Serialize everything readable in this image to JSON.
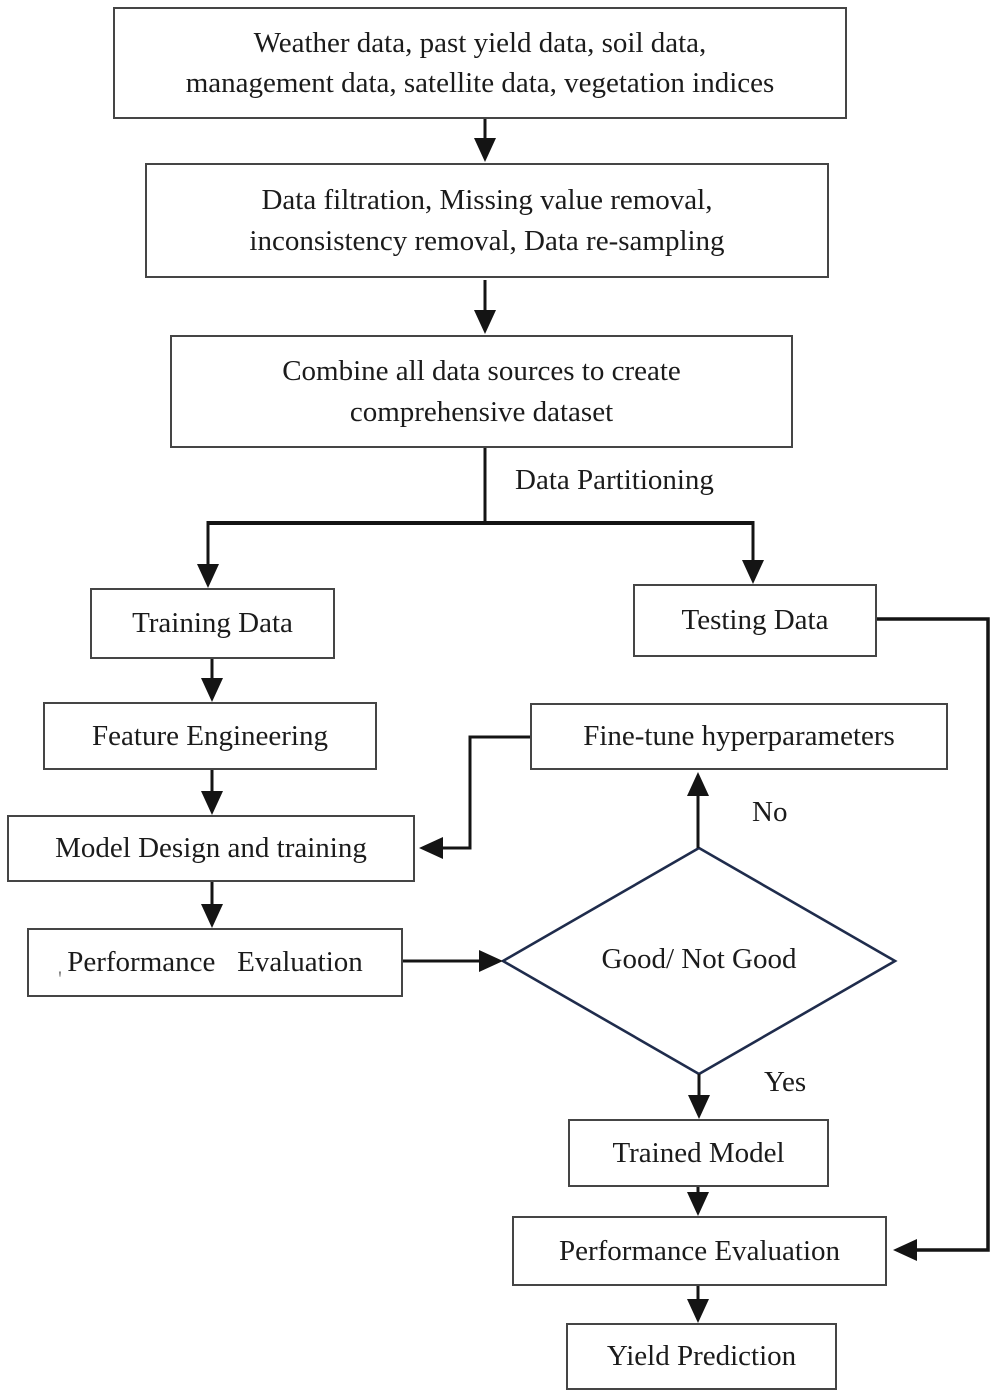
{
  "diagram": {
    "nodes": {
      "sources": {
        "label": "Weather data, past yield data, soil data,\nmanagement data, satellite data, vegetation indices"
      },
      "cleaning": {
        "label": "Data filtration, Missing value removal,\ninconsistency removal, Data re-sampling"
      },
      "combine": {
        "label": "Combine all data sources to create\ncomprehensive dataset"
      },
      "training_data": {
        "label": "Training Data"
      },
      "testing_data": {
        "label": "Testing Data"
      },
      "feature_engineering": {
        "label": "Feature Engineering"
      },
      "model_design": {
        "label": "Model Design and training"
      },
      "performance_evaluation_1": {
        "label": "Performance   Evaluation"
      },
      "fine_tune": {
        "label": "Fine-tune hyperparameters"
      },
      "decision": {
        "label": "Good/ Not Good"
      },
      "trained_model": {
        "label": "Trained Model"
      },
      "performance_evaluation_2": {
        "label": "Performance Evaluation"
      },
      "yield_prediction": {
        "label": "Yield Prediction"
      }
    },
    "edge_labels": {
      "partitioning": "Data Partitioning",
      "no": "No",
      "yes": "Yes"
    },
    "artifacts": {
      "stray_mark": "'"
    },
    "colors": {
      "background": "#ffffff",
      "box_border": "#454545",
      "connector": "#141414",
      "diamond_stroke": "#1f2c4c",
      "text": "#1b1b1b"
    }
  }
}
